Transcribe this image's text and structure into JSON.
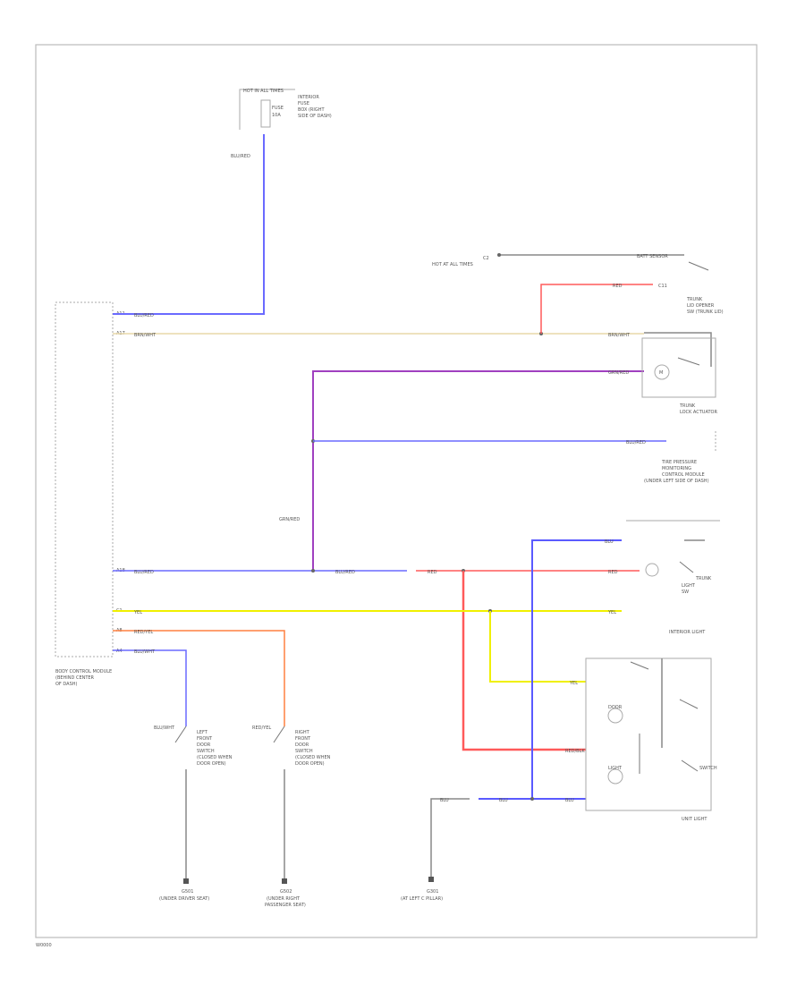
{
  "colors": {
    "blu_red": "#6a6aff",
    "grn_red": "#a040c0",
    "brn_wht": "#e8d8a8",
    "red": "#ff5a5a",
    "yel": "#f0f000",
    "red_yel": "#ff8040",
    "blu": "#5a5aff"
  },
  "diagram": {
    "footer_code": "W0000",
    "bcm": {
      "label_l1": "BODY CONTROL MODULE",
      "label_l2": "(BEHIND CENTER",
      "label_l3": "OF DASH)",
      "pins": {
        "p1": "A11",
        "p2": "A17",
        "p3": "A18",
        "p4": "C1",
        "p5": "A8",
        "p6": "A4"
      }
    },
    "top_fuse": {
      "header": "HOT IN ALL TIMES",
      "fuse_l1": "FUSE",
      "fuse_l2": "10A",
      "desc_l1": "INTERIOR",
      "desc_l2": "FUSE",
      "desc_l3": "BOX (RIGHT",
      "desc_l4": "SIDE OF DASH)"
    },
    "wire_labels": {
      "blu_red": "BLU/RED",
      "brn_wht": "BRN/WHT",
      "grn_red": "GRN/RED",
      "red": "RED",
      "yel": "YEL",
      "red_yel": "RED/YEL",
      "blu": "BLU",
      "red_blk": "RED/BLK",
      "blu_wht": "BLU/WHT"
    },
    "right_side": {
      "hot_label": "HOT AT ALL TIMES",
      "top_pin": "C2",
      "batt_label": "BATT SENSOR",
      "batt_pin": "C11",
      "trunk_l1": "TRUNK",
      "trunk_l2": "LID OPENER",
      "trunk_l3": "SW (TRUNK LID)",
      "trunk_lock_l1": "TRUNK",
      "trunk_lock_l2": "LOCK ACTUATOR",
      "tpms_l1": "TIRE PRESSURE",
      "tpms_l2": "MONITORING",
      "tpms_l3": "CONTROL MODULE",
      "tpms_l4": "(UNDER LEFT SIDE OF DASH)",
      "trunk_light_l1": "TRUNK",
      "trunk_light_l2": "LIGHT",
      "trunk_light_l3": "SW",
      "interior_light": "INTERIOR LIGHT",
      "lamp_l1": "DOOR",
      "lamp_l2": "LIGHT",
      "switch_label": "SWITCH",
      "unit_label": "UNIT LIGHT"
    },
    "bottom": {
      "sw1_wire": "BLU/WHT",
      "sw1_l1": "LEFT",
      "sw1_l2": "FRONT",
      "sw1_l3": "DOOR",
      "sw1_l4": "SWITCH",
      "sw1_l5": "(CLOSED WHEN",
      "sw1_l6": "DOOR OPEN)",
      "sw2_wire": "RED/YEL",
      "sw2_l1": "RIGHT",
      "sw2_l2": "FRONT",
      "sw2_l3": "DOOR",
      "sw2_l4": "SWITCH",
      "sw2_l5": "(CLOSED WHEN",
      "sw2_l6": "DOOR OPEN)",
      "g1_id": "G501",
      "g1_l1": "(UNDER DRIVER SEAT)",
      "g2_id": "G502",
      "g2_l1": "(UNDER RIGHT",
      "g2_l2": "PASSENGER SEAT)",
      "g3_id": "G301",
      "g3_l1": "(AT LEFT C PILLAR)"
    }
  }
}
